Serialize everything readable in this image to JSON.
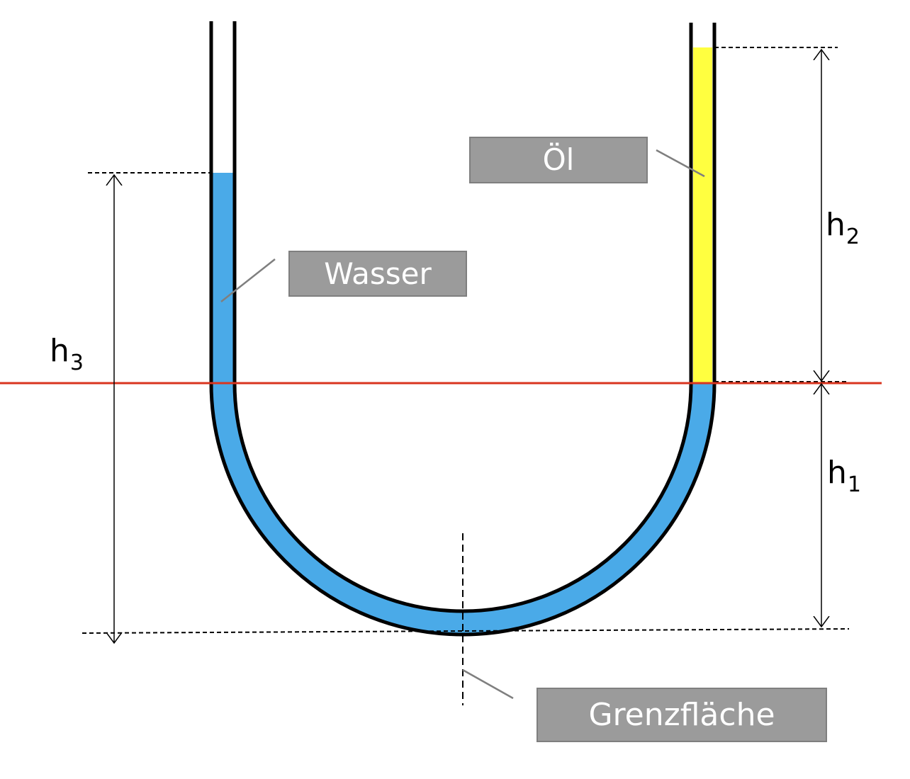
{
  "labels": {
    "oil": "Öl",
    "water": "Wasser",
    "interface": "Grenzfläche"
  },
  "heights": {
    "h1": {
      "letter": "h",
      "sub": "1"
    },
    "h2": {
      "letter": "h",
      "sub": "2"
    },
    "h3": {
      "letter": "h",
      "sub": "3"
    }
  },
  "colors": {
    "water": "#4aaae8",
    "oil": "#ffff40",
    "reference_line": "#d9351f",
    "tube_wall": "#000000",
    "label_box": "#9b9b9b",
    "label_border": "#7f7f7f",
    "leader_line": "#7f7f7f"
  }
}
